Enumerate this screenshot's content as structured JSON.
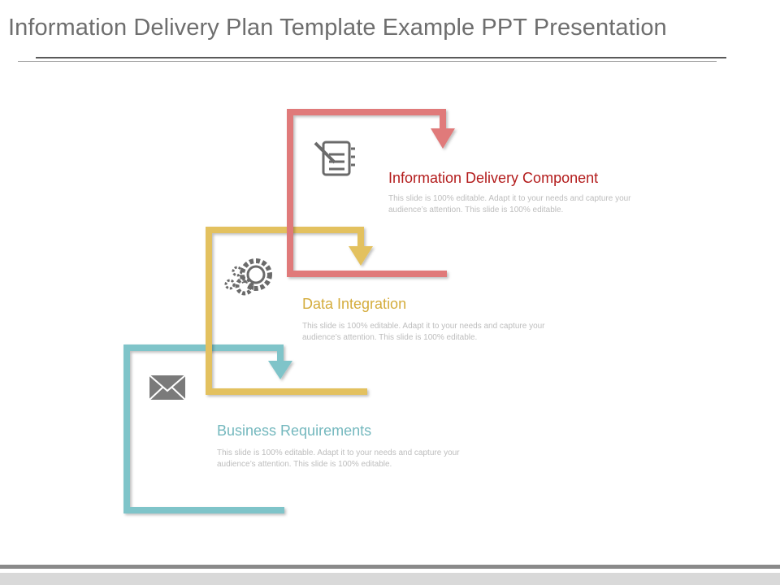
{
  "slide": {
    "title": "Information Delivery Plan Template Example PPT Presentation"
  },
  "steps": [
    {
      "label": "Information Delivery Component",
      "description": "This slide is 100% editable. Adapt it to your needs and capture your audience’s attention. This slide is 100% editable.",
      "color": "#e07a7a",
      "label_color": "#b31c1c",
      "icon": "notepad-icon"
    },
    {
      "label": "Data Integration",
      "description": "This slide is 100% editable. Adapt it to your needs and capture your audience’s attention. This slide is 100% editable.",
      "color": "#e3c15f",
      "label_color": "#d4ac3c",
      "icon": "gears-icon"
    },
    {
      "label": "Business Requirements",
      "description": "This slide is 100% editable. Adapt it to your needs and capture your audience’s attention. This slide is 100% editable.",
      "color": "#7fc4c9",
      "label_color": "#74b8be",
      "icon": "envelope-icon"
    }
  ]
}
